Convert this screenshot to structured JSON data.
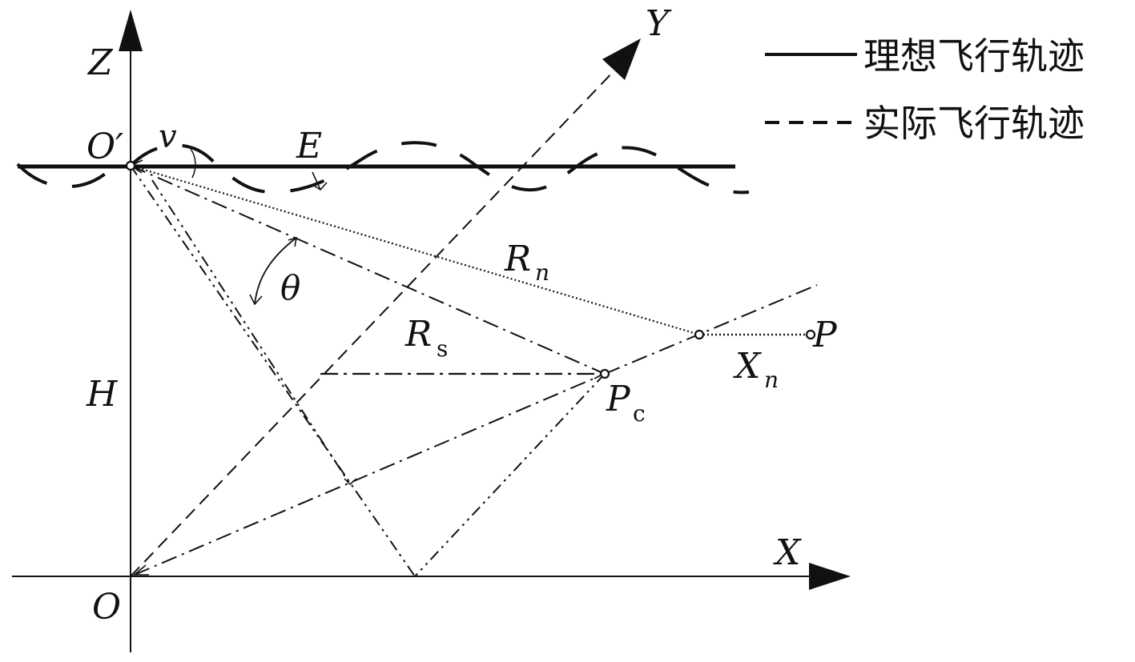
{
  "labels": {
    "z": "Z",
    "y": "Y",
    "x": "X",
    "o_prime": "O′",
    "o": "O",
    "v": "v",
    "e": "E",
    "theta": "θ",
    "h": "H",
    "r_n_main": "R",
    "r_n_sub": "n",
    "r_s_main": "R",
    "r_s_sub": "s",
    "p_c_main": "P",
    "p_c_sub": "c",
    "x_n_main": "X",
    "x_n_sub": "n",
    "p": "P"
  },
  "legend": {
    "ideal": "理想飞行轨迹",
    "actual": "实际飞行轨迹"
  },
  "colors": {
    "ink": "#111111",
    "background": "#ffffff"
  }
}
